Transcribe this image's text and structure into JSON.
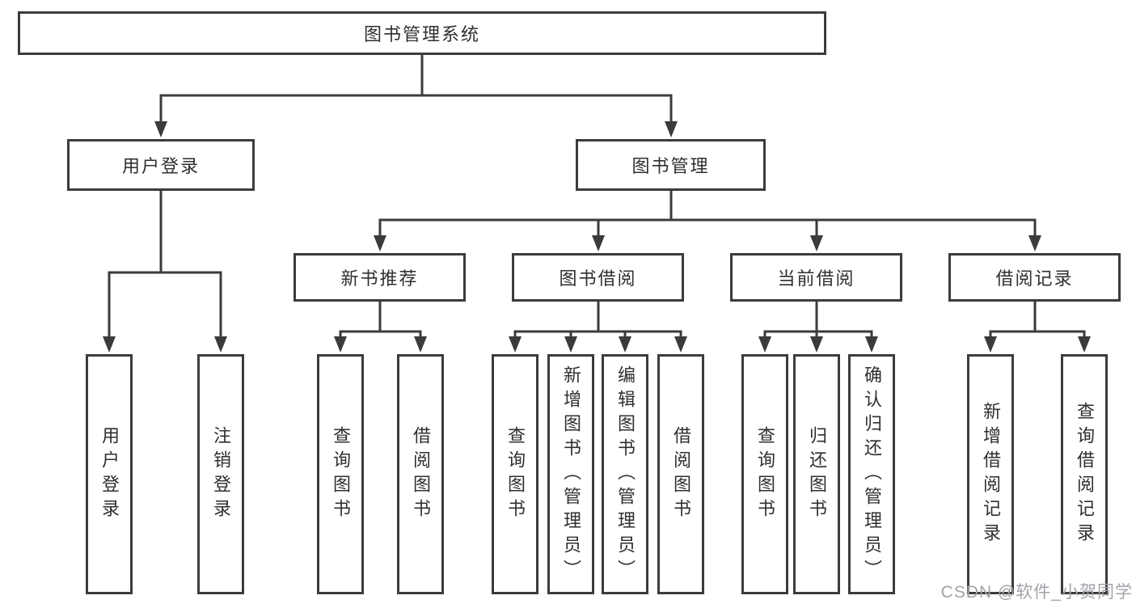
{
  "style": {
    "line_color": "#3b3b3b",
    "box_border_color": "#3c3c3c",
    "box_background": "#ffffff",
    "text_color": "#2f2f2f",
    "watermark_color": "#a2a3a9",
    "page_background": "#ffffff"
  },
  "watermark": {
    "text": "CSDN @软件_小贺同学"
  },
  "tree": {
    "root": {
      "label": "图书管理系统",
      "children": [
        {
          "label": "用户登录",
          "children": [
            {
              "label": "用户登录"
            },
            {
              "label": "注销登录"
            }
          ]
        },
        {
          "label": "图书管理",
          "children": [
            {
              "label": "新书推荐",
              "children": [
                {
                  "label": "查询图书"
                },
                {
                  "label": "借阅图书"
                }
              ]
            },
            {
              "label": "图书借阅",
              "children": [
                {
                  "label": "查询图书"
                },
                {
                  "label": "新增图书（管理员）"
                },
                {
                  "label": "编辑图书（管理员）"
                },
                {
                  "label": "借阅图书"
                }
              ]
            },
            {
              "label": "当前借阅",
              "children": [
                {
                  "label": "查询图书"
                },
                {
                  "label": "归还图书"
                },
                {
                  "label": "确认归还（管理员）"
                }
              ]
            },
            {
              "label": "借阅记录",
              "children": [
                {
                  "label": "新增借阅记录"
                },
                {
                  "label": "查询借阅记录"
                }
              ]
            }
          ]
        }
      ]
    }
  }
}
